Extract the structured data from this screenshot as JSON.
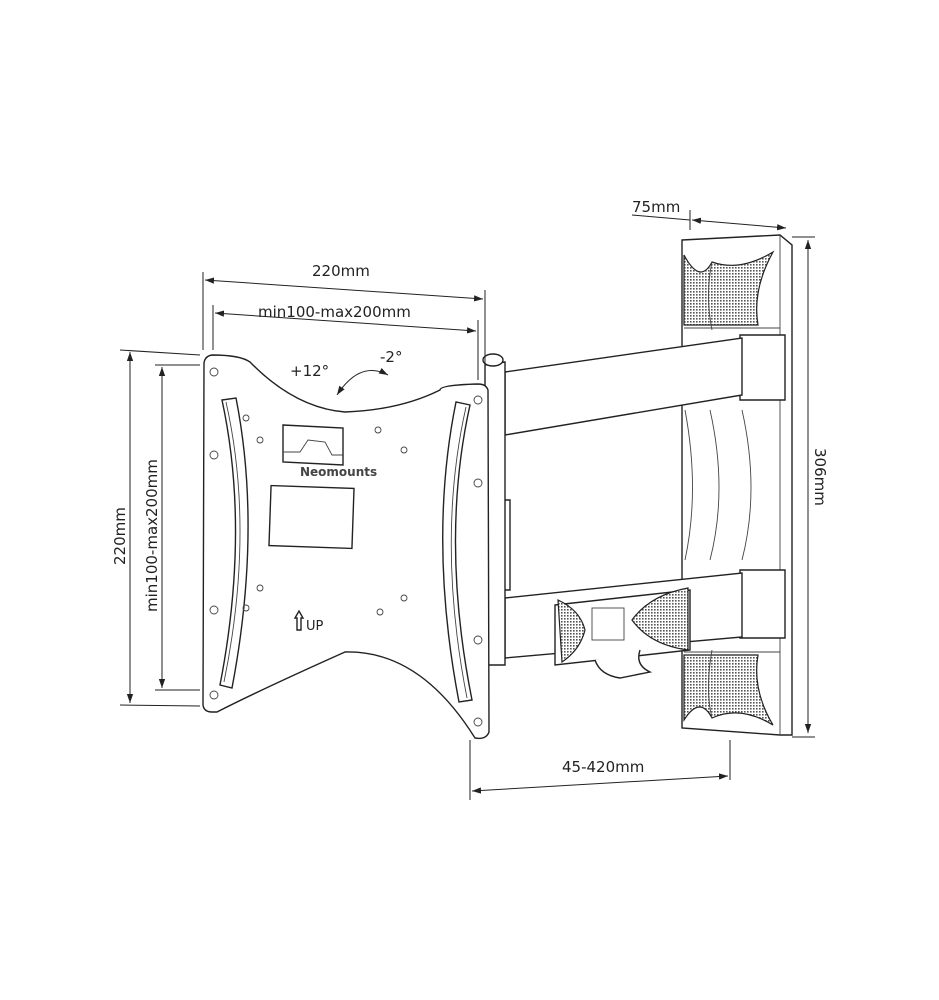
{
  "dimensions": {
    "plate_width": "220mm",
    "vesa_width": "min100-max200mm",
    "plate_height": "220mm",
    "vesa_height": "min100-max200mm",
    "wall_plate_height": "306mm",
    "wall_plate_depth": "75mm",
    "extension": "45-420mm"
  },
  "tilt": {
    "up": "+12°",
    "down": "-2°"
  },
  "plate": {
    "brand": "Neomounts",
    "orientation_label": "UP"
  }
}
